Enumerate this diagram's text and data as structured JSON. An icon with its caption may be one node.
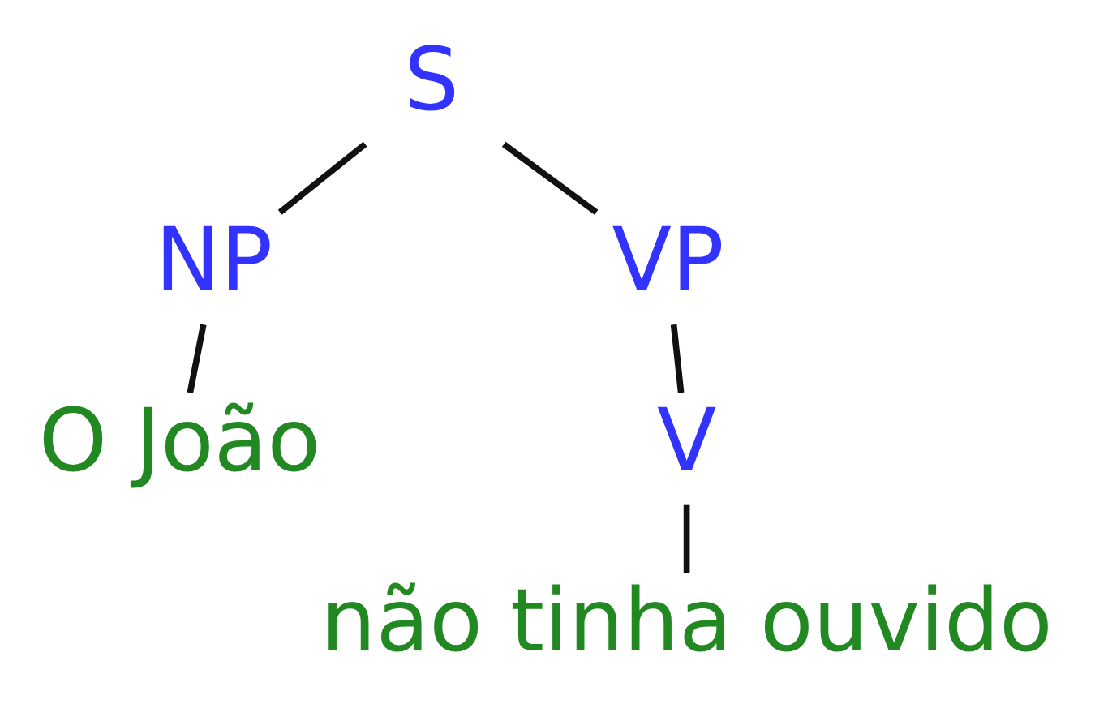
{
  "diagram": {
    "nodes": [
      {
        "text": [
          "S"
        ]
      },
      {
        "text": [
          "NP"
        ]
      },
      {
        "text": [
          "VP"
        ]
      },
      {
        "text": [
          "O João"
        ]
      },
      {
        "text": [
          "V"
        ]
      },
      {
        "text": [
          "não tinha ouvido"
        ]
      }
    ],
    "edges": [
      {
        "from": 0,
        "to": 1,
        "arrow": "none"
      },
      {
        "from": 0,
        "to": 2,
        "arrow": "none"
      },
      {
        "from": 1,
        "to": 3,
        "arrow": "none"
      },
      {
        "from": 2,
        "to": 4,
        "arrow": "none"
      },
      {
        "from": 4,
        "to": 5,
        "arrow": "none"
      }
    ]
  }
}
